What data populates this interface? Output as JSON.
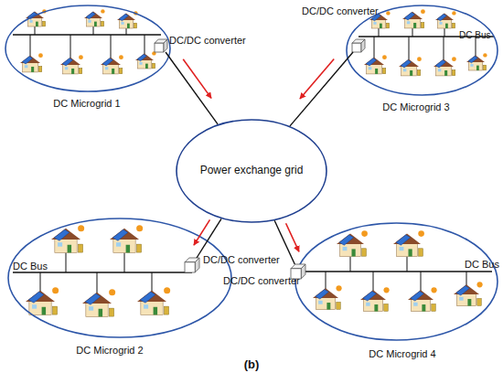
{
  "diagram": {
    "caption": "(b)",
    "nodes": [
      {
        "text": [
          "DC Microgrid 1"
        ]
      },
      {
        "text": [
          "DC/DC converter"
        ]
      },
      {
        "text": [
          "DC/DC converter"
        ]
      },
      {
        "text": [
          "DC Bus",
          "DC Microgrid 3"
        ]
      },
      {
        "text": [
          "Power exchange grid"
        ]
      },
      {
        "text": [
          "DC Bus",
          "DC Microgrid 2"
        ]
      },
      {
        "text": [
          "DC/DC converter"
        ]
      },
      {
        "text": [
          "DC/DC converter"
        ]
      },
      {
        "text": [
          "DC Bus",
          "DC Microgrid 4"
        ]
      }
    ],
    "edges": [
      {
        "from": 1,
        "to": 4,
        "arrow": "none"
      },
      {
        "from": 2,
        "to": 4,
        "arrow": "none"
      },
      {
        "from": 6,
        "to": 4,
        "arrow": "none"
      },
      {
        "from": 7,
        "to": 4,
        "arrow": "none"
      },
      {
        "from": 1,
        "to": 4,
        "arrow": "to"
      },
      {
        "from": 2,
        "to": 4,
        "arrow": "to"
      },
      {
        "from": 4,
        "to": 6,
        "arrow": "to"
      },
      {
        "from": 4,
        "to": 7,
        "arrow": "to"
      }
    ]
  }
}
